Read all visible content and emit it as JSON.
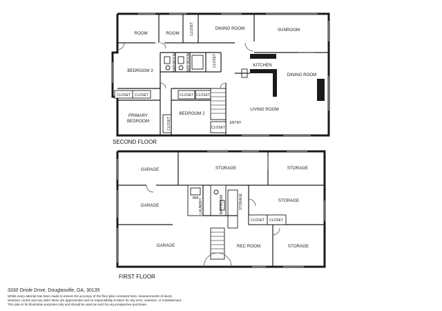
{
  "floors": {
    "second": {
      "title": "SECOND  FLOOR",
      "rooms": {
        "room1": "ROOM",
        "room2": "ROOM",
        "dining1": "DINING ROOM",
        "sunroom": "SUNROOM",
        "kitchen": "KITCHEN",
        "dining2": "DINING ROOM",
        "bedroom3": "BEDROOM 3",
        "bath1": "BATHROOM",
        "bath2": "BATHROOM",
        "closet_top": "CLOSET",
        "closet_right": "CLOSET",
        "closet_a": "CLOSET",
        "closet_b": "CLOSET",
        "closet_c": "CLOSET",
        "closet_d": "CLOSET",
        "closet_v": "CLOSET",
        "closet_entry": "CLOSET",
        "primary_l1": "PRIMARY",
        "primary_l2": "BEDROOM",
        "bedroom2": "BEDROOM 2",
        "living": "LIVING ROOM",
        "entry": "ENTRY"
      }
    },
    "first": {
      "title": "FIRST  FLOOR",
      "rooms": {
        "garage1": "GARAGE",
        "garage2": "GARAGE",
        "garage3": "GARAGE",
        "storage_main": "STORAGE",
        "storage_tr": "STORAGE",
        "wm": "WM",
        "laundry": "LAUNDRY",
        "bathroom": "BATHROOM",
        "storage_v": "STORAGE",
        "storage_mid": "STORAGE",
        "closet1": "CLOSET",
        "closet2": "CLOSET",
        "rec": "REC ROOM",
        "storage_br": "STORAGE"
      }
    }
  },
  "footer": {
    "address": "3330 Oriole Drive, Douglasville, GA, 30135",
    "disclaimer_1": "Whilst every attempt has been made to ensure the accuracy of the floor plan contained here, measurements of doors,",
    "disclaimer_2": "windows, rooms and any other items are approximate and no responsibility is taken for any error, omission, or misstatement.",
    "disclaimer_3": "This plan is for illustrative purposes only and should be used as such by any prospective purchaser."
  }
}
